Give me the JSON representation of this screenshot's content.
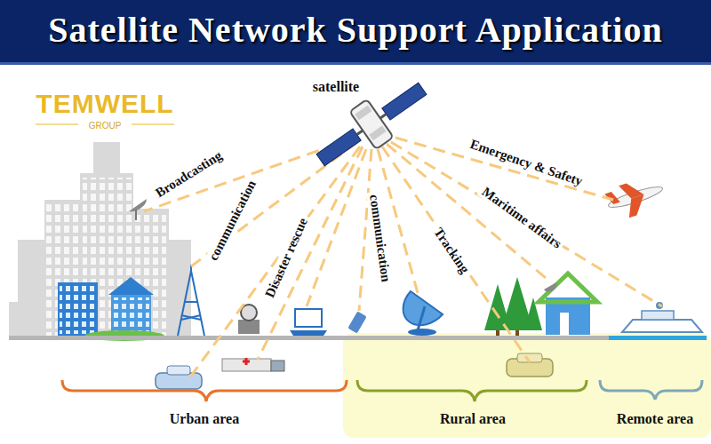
{
  "diagram": {
    "title": "Satellite Network Support Application",
    "labels": [
      "TEMWELL",
      "GROUP",
      "satellite",
      "Broadcasting",
      "communication",
      "Disaster rescue",
      "communication",
      "Tracking",
      "Maritime affairs",
      "Emergency & Safety",
      "Urban area",
      "Rural area",
      "Remote area"
    ]
  }
}
